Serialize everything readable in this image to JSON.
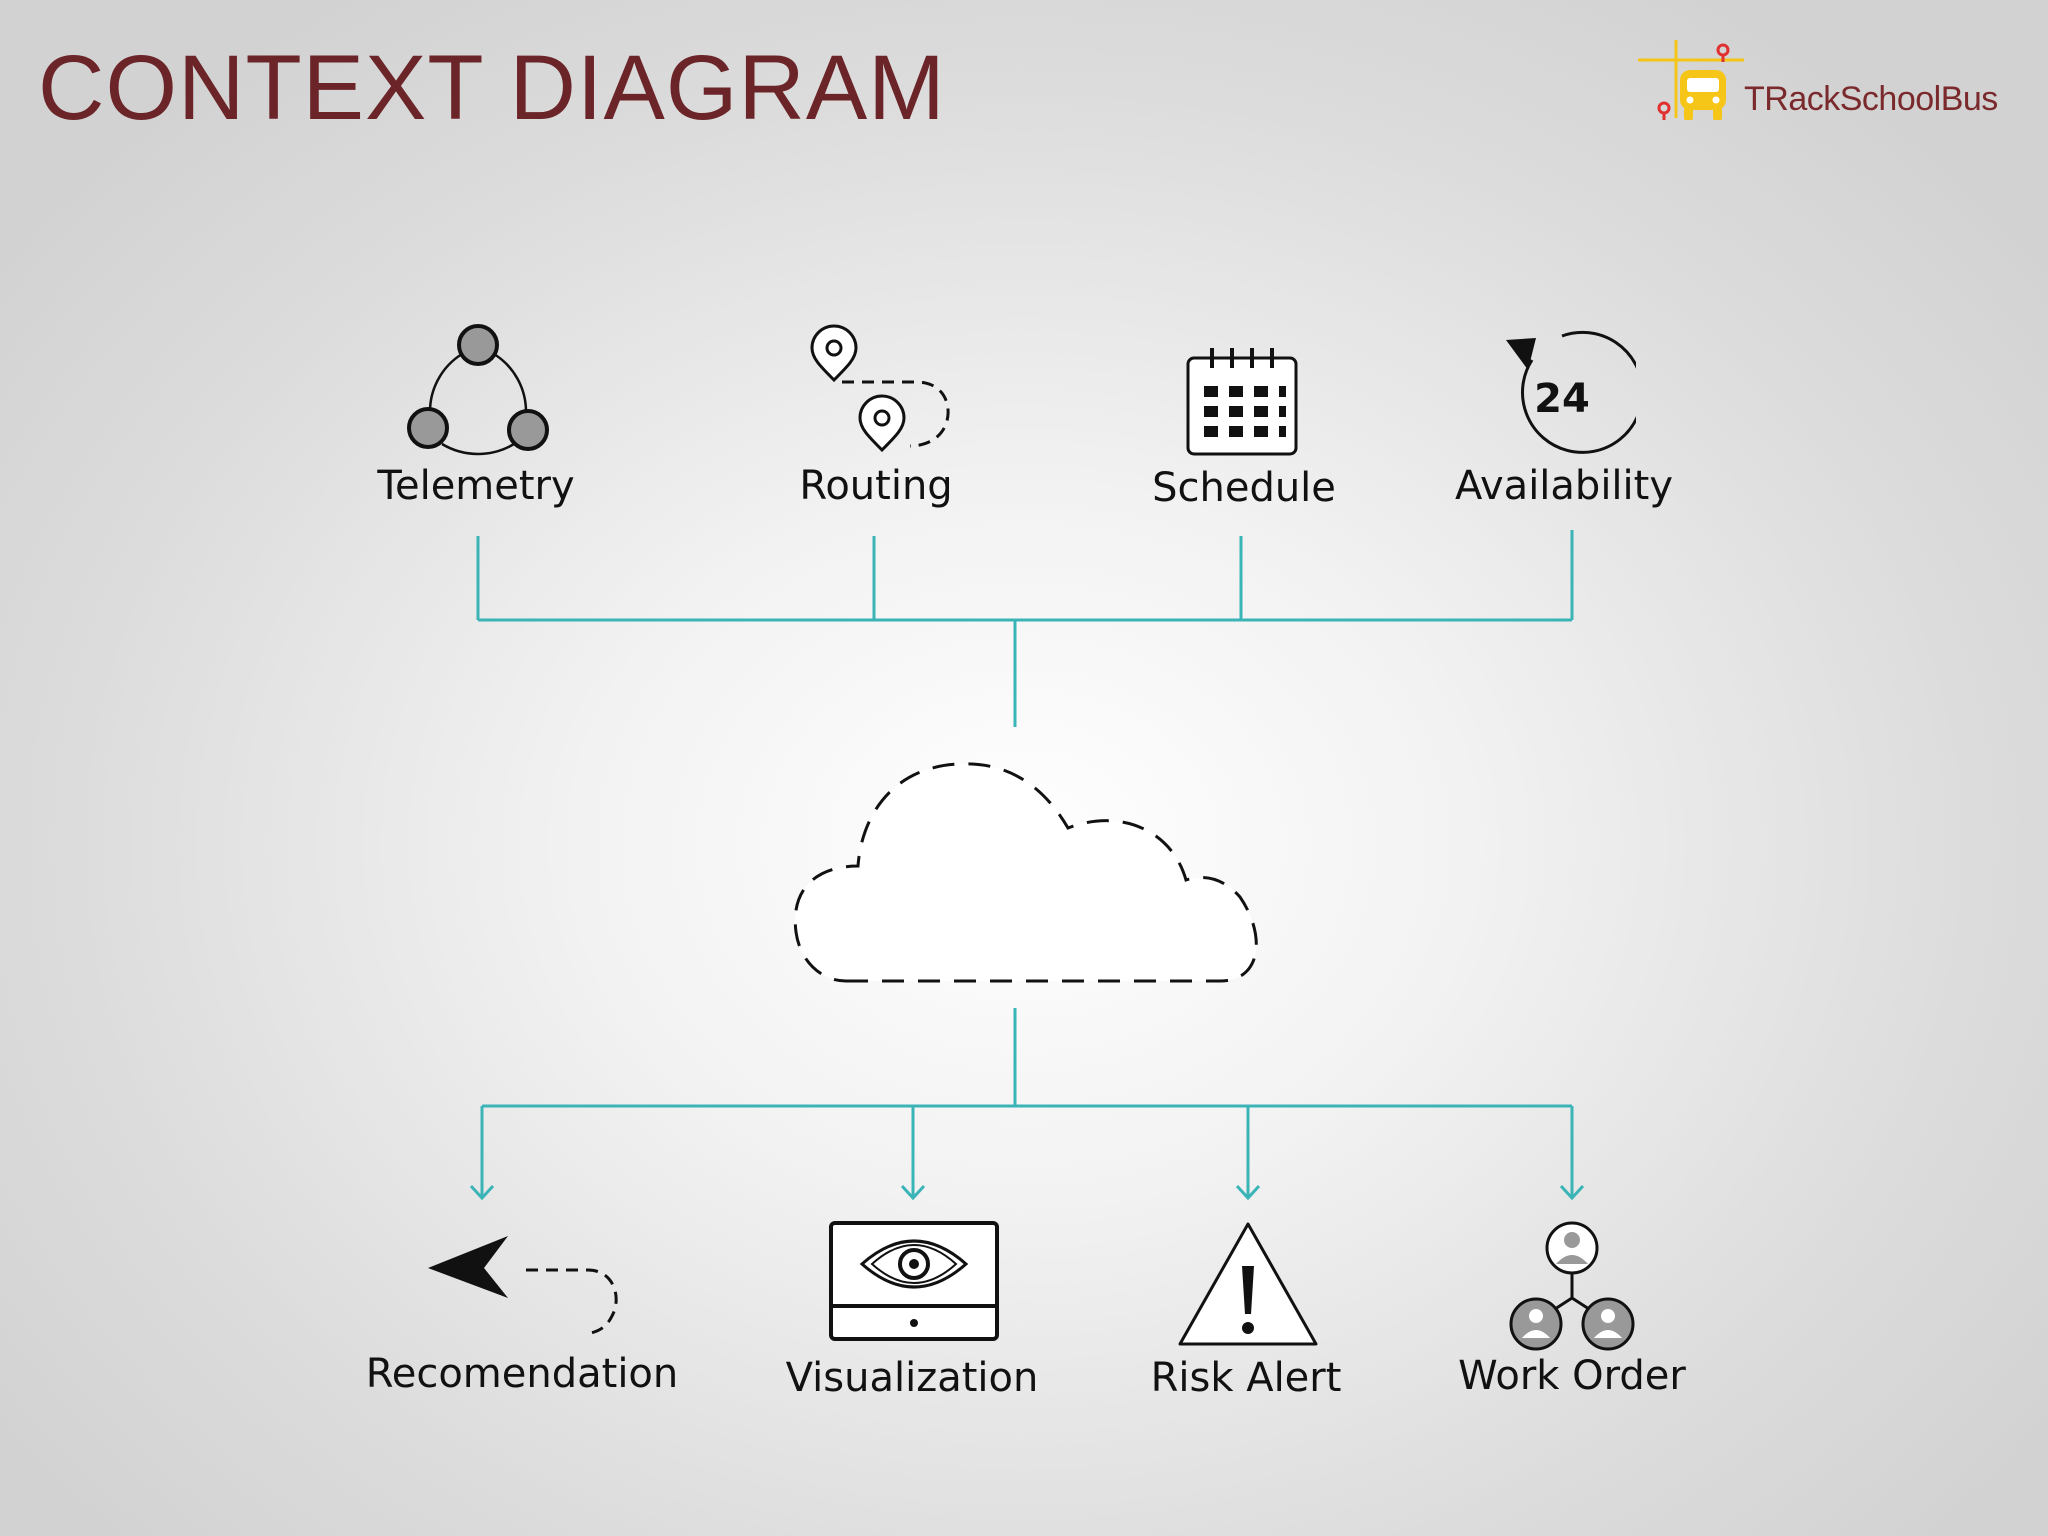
{
  "page": {
    "title": "CONTEXT DIAGRAM"
  },
  "logo": {
    "text": "TRackSchoolBus"
  },
  "inputs": [
    {
      "label": "Telemetry",
      "icon": "telemetry-icon"
    },
    {
      "label": "Routing",
      "icon": "routing-icon"
    },
    {
      "label": "Schedule",
      "icon": "calendar-icon"
    },
    {
      "label": "Availability",
      "icon": "availability-24-icon",
      "badge": "24"
    }
  ],
  "outputs": [
    {
      "label": "Recomendation",
      "icon": "recommendation-icon"
    },
    {
      "label": "Visualization",
      "icon": "visualization-icon"
    },
    {
      "label": "Risk Alert",
      "icon": "risk-alert-icon"
    },
    {
      "label": "Work Order",
      "icon": "work-order-icon"
    }
  ],
  "colors": {
    "title": "#6b2428",
    "connector": "#3bb4b8",
    "icon": "#111111",
    "logo_bus": "#f5c518",
    "logo_pin": "#e03030"
  }
}
